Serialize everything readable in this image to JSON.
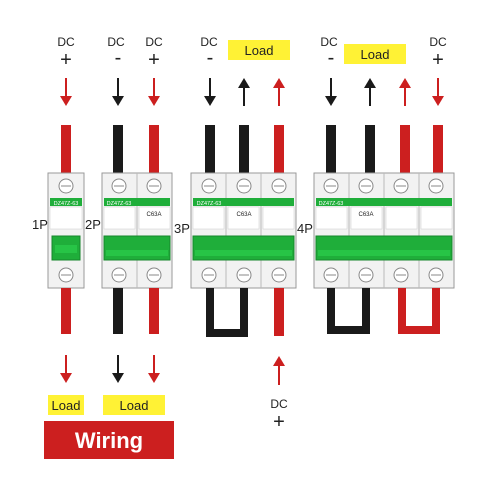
{
  "dc_label": "DC",
  "plus": "+",
  "minus": "-",
  "load_label": "Load",
  "wiring_label": "Wiring",
  "pole_labels": [
    "1P",
    "2P",
    "3P",
    "4P"
  ],
  "breaker_model": "DZ47Z-63",
  "breaker_rating": "C63A",
  "colors": {
    "red_wire": "#cc1f1f",
    "black_wire": "#1a1a1a",
    "breaker_green": "#1fae3a",
    "load_yellow": "#fff235",
    "wiring_red": "#cc1f1f"
  }
}
